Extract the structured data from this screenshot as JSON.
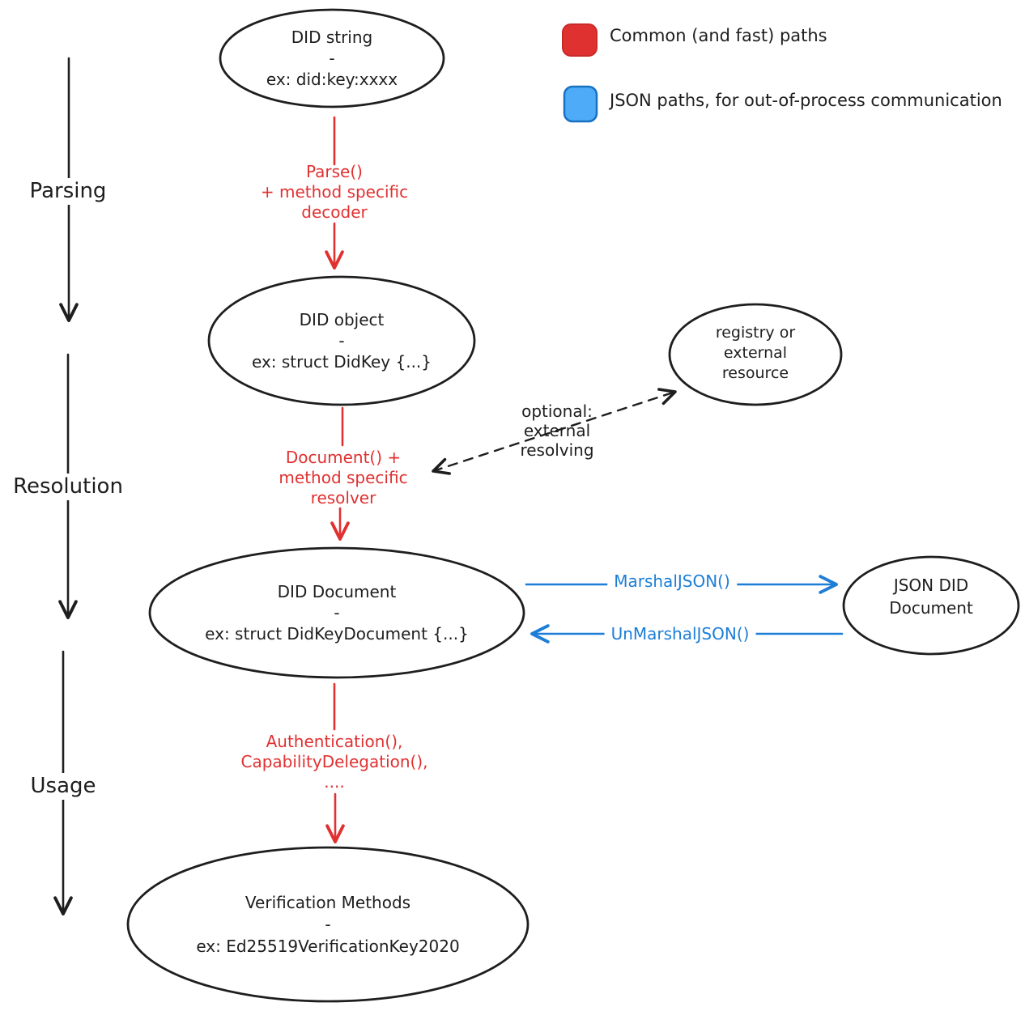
{
  "legend": {
    "items": [
      {
        "label": "Common (and fast) paths",
        "color": "#e03131"
      },
      {
        "label": "JSON paths, for out-of-process communication",
        "color": "#4dabf7"
      }
    ]
  },
  "stages": [
    {
      "label": "Parsing"
    },
    {
      "label": "Resolution"
    },
    {
      "label": "Usage"
    }
  ],
  "nodes": {
    "did_string": {
      "title": "DID string",
      "sep": "-",
      "example": "ex: did:key:xxxx"
    },
    "did_object": {
      "title": "DID object",
      "sep": "-",
      "example": "ex: struct DidKey {...}"
    },
    "registry": {
      "lines": [
        "registry or",
        "external",
        "resource"
      ]
    },
    "did_document": {
      "title": "DID Document",
      "sep": "-",
      "example": "ex: struct DidKeyDocument {...}"
    },
    "json_did_document": {
      "lines": [
        "JSON DID",
        "Document"
      ]
    },
    "verification_methods": {
      "title": "Verification Methods",
      "sep": "-",
      "example": "ex: Ed25519VerificationKey2020"
    }
  },
  "edges": {
    "parse": {
      "lines": [
        "Parse()",
        "+ method specific",
        "decoder"
      ]
    },
    "resolve": {
      "lines": [
        "Document() +",
        "method specific",
        "resolver"
      ]
    },
    "use": {
      "lines": [
        "Authentication(),",
        "CapabilityDelegation(),",
        "...."
      ]
    },
    "marshal": {
      "label": "MarshalJSON()"
    },
    "unmarshal": {
      "label": "UnMarshalJSON()"
    },
    "external": {
      "lines": [
        "optional:",
        "external",
        "resolving"
      ]
    }
  },
  "colors": {
    "ink": "#1e1e1e",
    "red": "#e03131",
    "blue": "#1c7ed6",
    "blue_fill": "#4dabf7",
    "blue_border": "#1971c2"
  }
}
